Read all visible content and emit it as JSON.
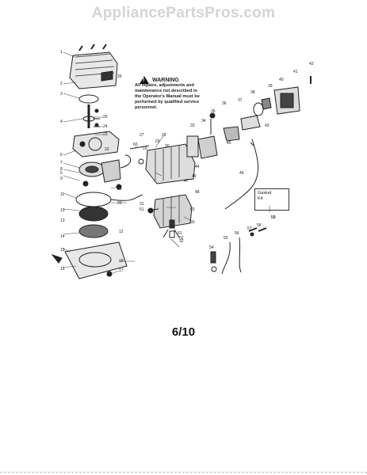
{
  "watermark": "AppliancePartsPros.com",
  "warning": {
    "title": "WARNING",
    "lines": [
      "All repairs, adjustments and",
      "maintenance not described in",
      "the Operator's Manual must be",
      "performed by qualified service",
      "personnel."
    ]
  },
  "gasket_kit": {
    "label_line1": "Gasket",
    "label_line2": "Kit",
    "number": "59"
  },
  "page_number": "6/10",
  "callouts": [
    "1",
    "2",
    "3",
    "4",
    "5",
    "6",
    "7",
    "8",
    "9",
    "10",
    "11",
    "12",
    "13",
    "14",
    "15",
    "16",
    "17",
    "18",
    "19",
    "20",
    "21",
    "22",
    "23",
    "24",
    "25",
    "26",
    "27",
    "28",
    "29",
    "30",
    "31",
    "32",
    "33",
    "34",
    "35",
    "36",
    "37",
    "38",
    "39",
    "40",
    "41",
    "42",
    "43",
    "44",
    "45",
    "46",
    "47",
    "48",
    "49",
    "50",
    "51",
    "52",
    "53",
    "54",
    "55",
    "56",
    "57",
    "58",
    "59",
    "60",
    "61"
  ]
}
